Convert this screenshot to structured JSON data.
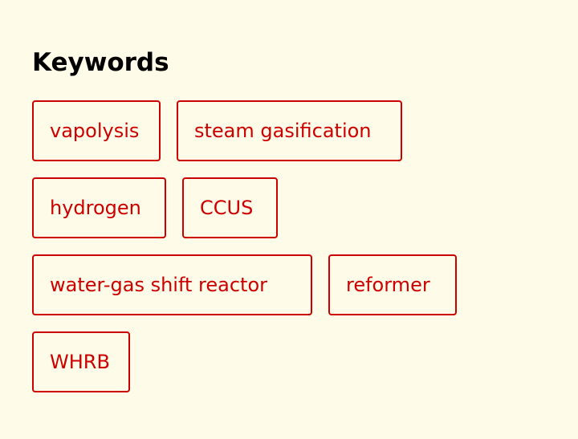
{
  "keywords": {
    "heading": "Keywords",
    "items": [
      {
        "label": "vapolysis"
      },
      {
        "label": "steam gasification"
      },
      {
        "label": "hydrogen"
      },
      {
        "label": "CCUS"
      },
      {
        "label": "water-gas shift reactor"
      },
      {
        "label": "reformer"
      },
      {
        "label": "WHRB"
      }
    ]
  },
  "colors": {
    "background": "#fefbe8",
    "heading": "#000000",
    "tag_accent": "#cc0000"
  }
}
